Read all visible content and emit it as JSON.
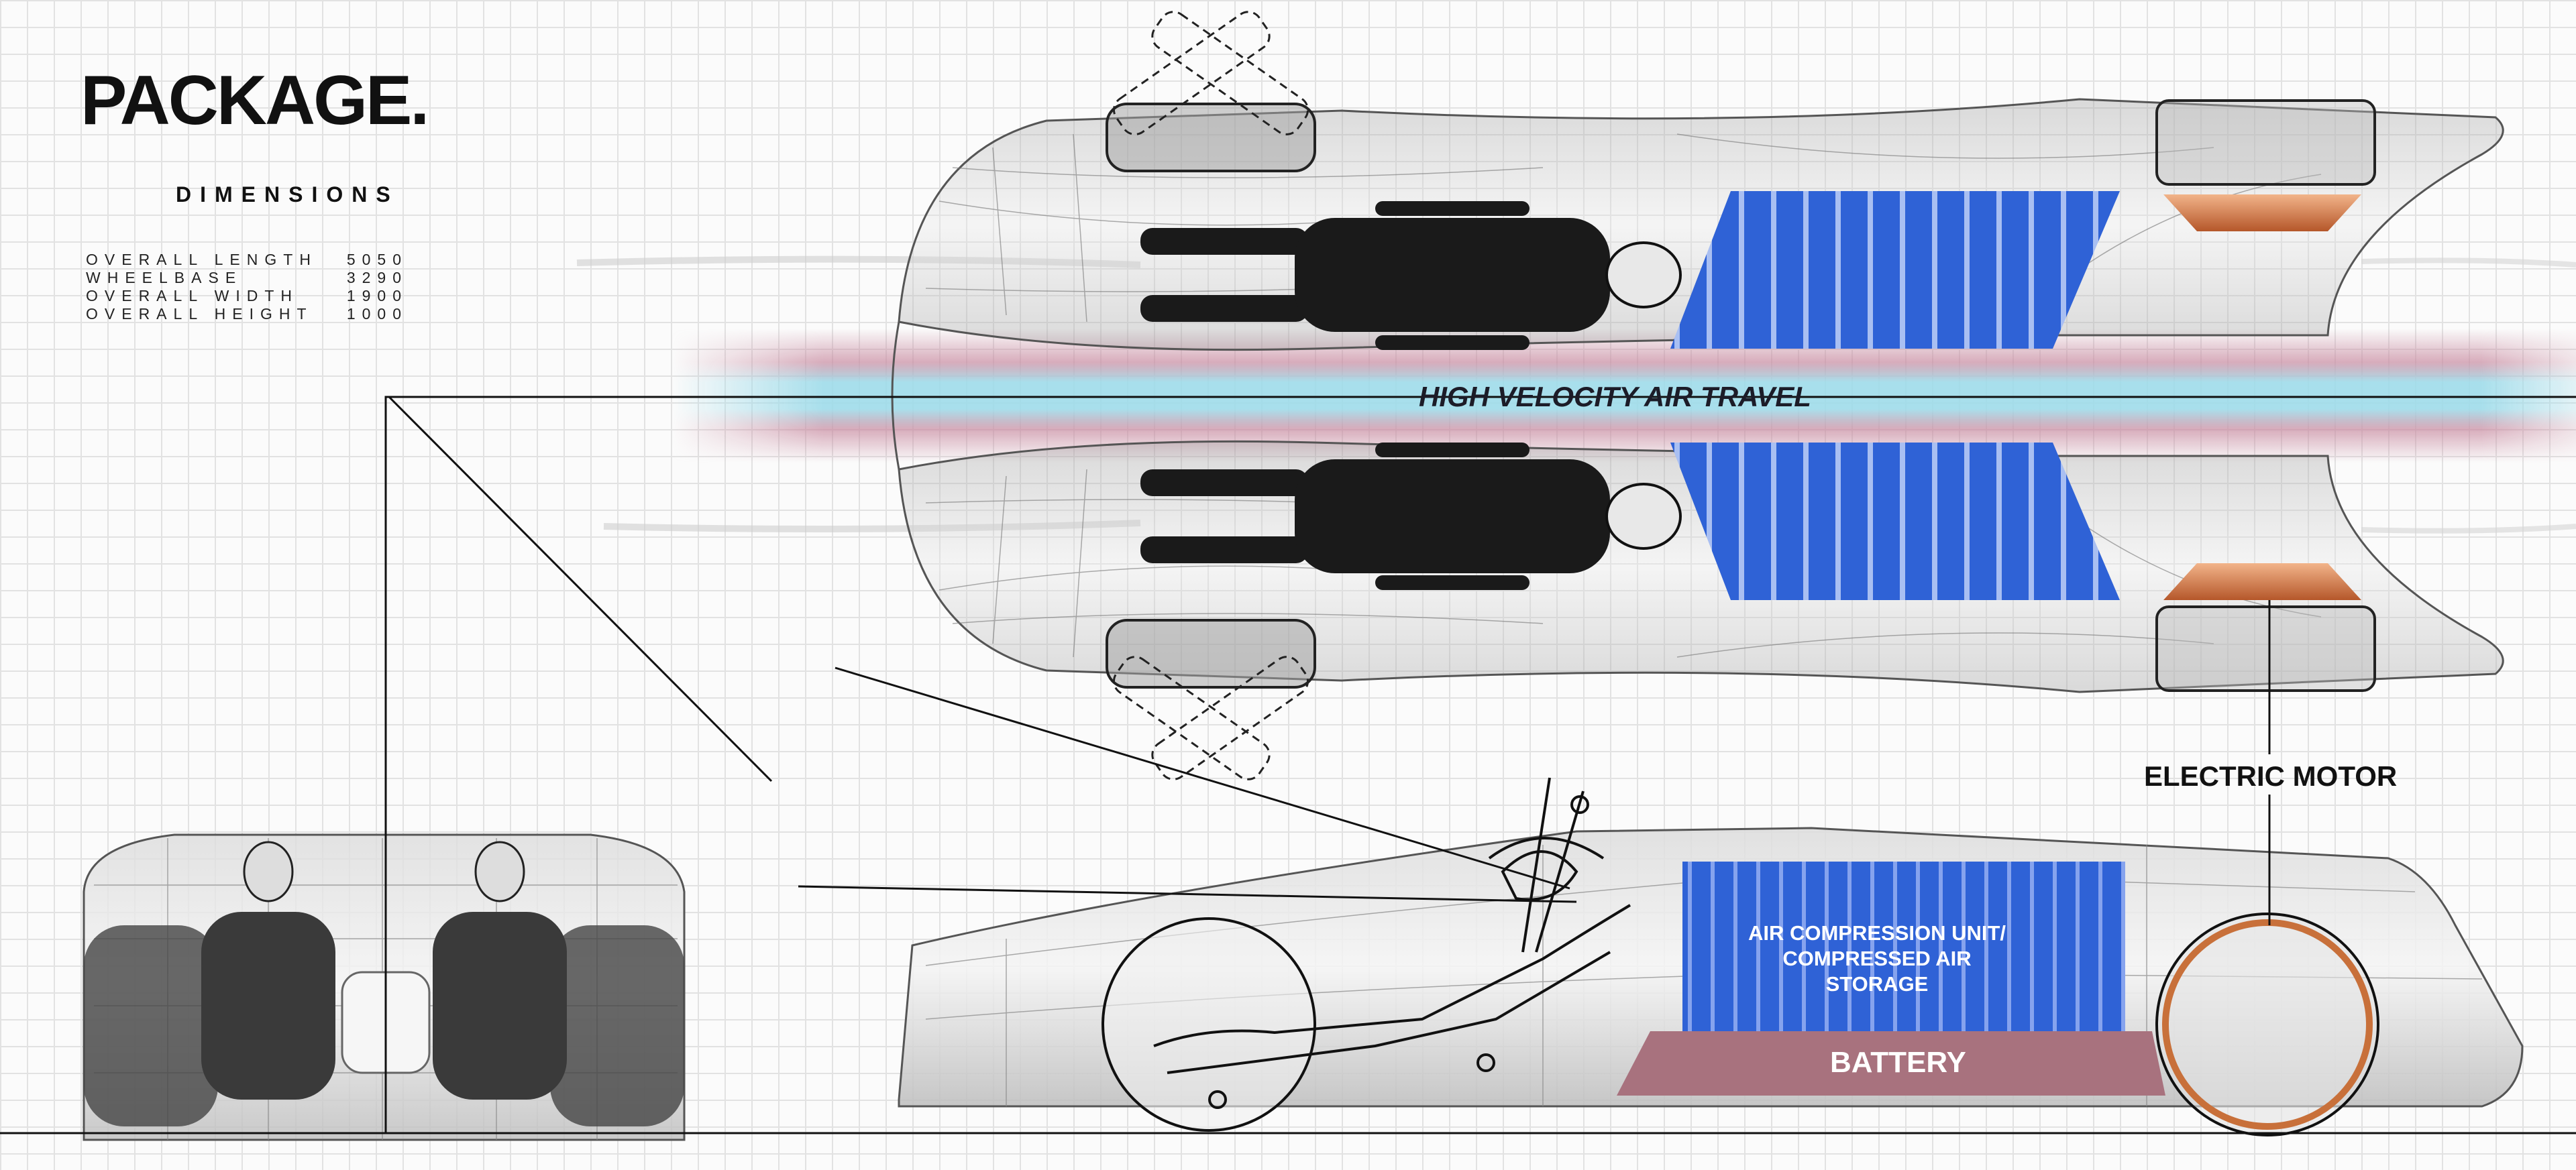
{
  "heading": "PACKAGE.",
  "dimensions": {
    "title": "DIMENSIONS",
    "rows": [
      {
        "label": "OVERALL LENGTH",
        "value": "5050"
      },
      {
        "label": "WHEELBASE",
        "value": "3290"
      },
      {
        "label": "OVERALL WIDTH",
        "value": "1900"
      },
      {
        "label": "OVERALL HEIGHT",
        "value": "1000"
      }
    ]
  },
  "labels": {
    "air_travel": "HIGH VELOCITY AIR TRAVEL",
    "electric_motor": "ELECTRIC MOTOR",
    "air_compression": "AIR COMPRESSION UNIT/ COMPRESSED AIR STORAGE",
    "battery": "BATTERY"
  },
  "colors": {
    "air_cyan": "#9fdcea",
    "air_pink": "#c88aa0",
    "fins_blue": "#2f62d6",
    "battery": "#a8727e",
    "motor": "#c8703a",
    "grid": "#e2e2e2"
  }
}
